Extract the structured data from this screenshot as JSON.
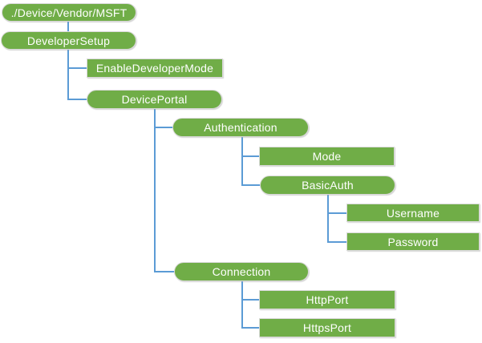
{
  "diagram": {
    "type": "hierarchy-tree",
    "description": "DeveloperSetup CSP node tree"
  },
  "colors": {
    "node_fill": "#70AD47",
    "node_border": "#D9D9D9",
    "connector": "#5B9BD5",
    "text": "#FFFFFF",
    "background": "#FFFFFF"
  },
  "nodes": [
    {
      "label": "./Device/Vendor/MSFT",
      "shape": "pill"
    },
    {
      "label": "DeveloperSetup",
      "shape": "pill"
    },
    {
      "label": "EnableDeveloperMode",
      "shape": "rect"
    },
    {
      "label": "DevicePortal",
      "shape": "pill"
    },
    {
      "label": "Authentication",
      "shape": "pill"
    },
    {
      "label": "Mode",
      "shape": "rect"
    },
    {
      "label": "BasicAuth",
      "shape": "pill"
    },
    {
      "label": "Username",
      "shape": "rect"
    },
    {
      "label": "Password",
      "shape": "rect"
    },
    {
      "label": "Connection",
      "shape": "pill"
    },
    {
      "label": "HttpPort",
      "shape": "rect"
    },
    {
      "label": "HttpsPort",
      "shape": "rect"
    }
  ],
  "tree": {
    "label": "./Device/Vendor/MSFT",
    "children": [
      {
        "label": "DeveloperSetup",
        "children": [
          {
            "label": "EnableDeveloperMode",
            "children": []
          },
          {
            "label": "DevicePortal",
            "children": [
              {
                "label": "Authentication",
                "children": [
                  {
                    "label": "Mode",
                    "children": []
                  },
                  {
                    "label": "BasicAuth",
                    "children": [
                      {
                        "label": "Username",
                        "children": []
                      },
                      {
                        "label": "Password",
                        "children": []
                      }
                    ]
                  }
                ]
              },
              {
                "label": "Connection",
                "children": [
                  {
                    "label": "HttpPort",
                    "children": []
                  },
                  {
                    "label": "HttpsPort",
                    "children": []
                  }
                ]
              }
            ]
          }
        ]
      }
    ]
  }
}
